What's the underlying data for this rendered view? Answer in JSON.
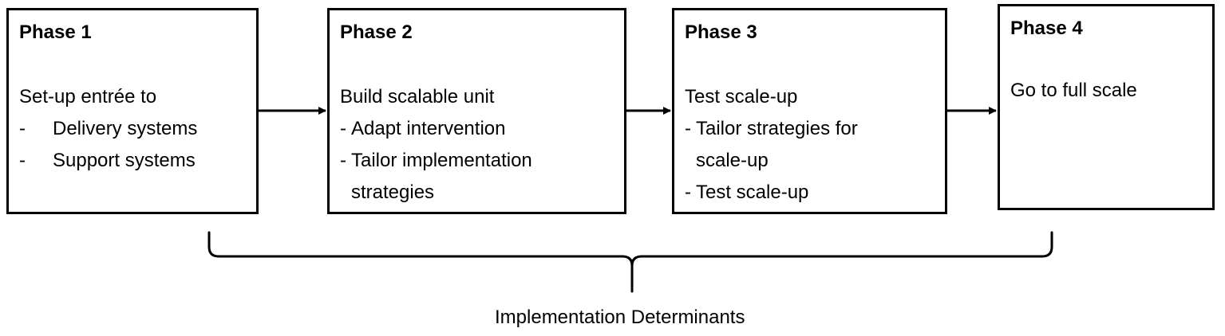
{
  "phases": [
    {
      "title": "Phase 1",
      "intro": "Set-up entrée to",
      "items": [
        "Delivery systems",
        "Support systems"
      ]
    },
    {
      "title": "Phase 2",
      "intro": "Build scalable unit",
      "items": [
        "Adapt intervention",
        "Tailor implementation",
        "strategies"
      ]
    },
    {
      "title": "Phase 3",
      "intro": "Test scale-up",
      "items": [
        "Tailor strategies for",
        "scale-up",
        "Test scale-up"
      ]
    },
    {
      "title": "Phase 4",
      "intro": "Go to full scale"
    }
  ],
  "bullet": "-",
  "footer": {
    "label": "Implementation Determinants"
  },
  "colors": {
    "stroke": "#000000",
    "background": "#ffffff"
  }
}
